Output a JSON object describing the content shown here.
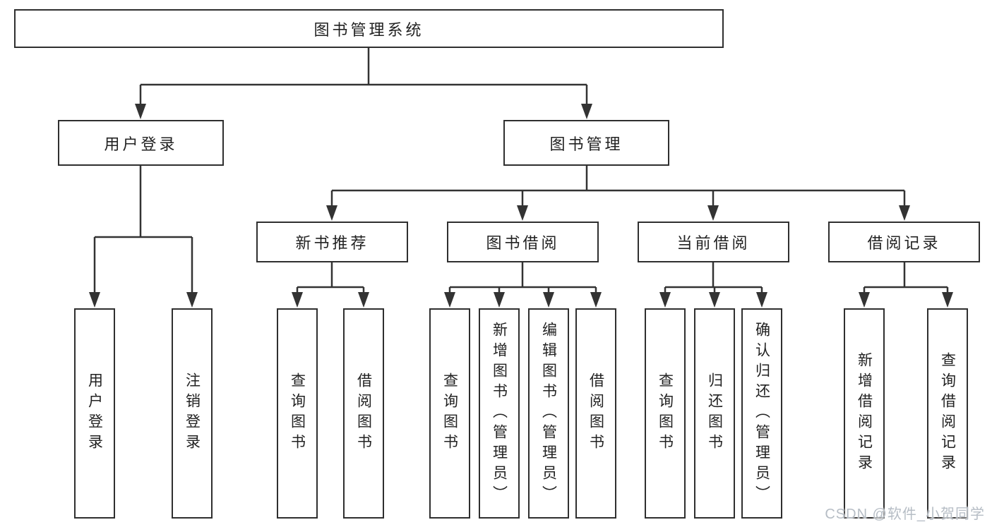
{
  "root": {
    "label": "图书管理系统"
  },
  "level2": [
    {
      "id": "user-login",
      "label": "用户登录"
    },
    {
      "id": "book-management",
      "label": "图书管理"
    }
  ],
  "level3": [
    {
      "id": "new-book-recommendation",
      "label": "新书推荐"
    },
    {
      "id": "book-borrowing",
      "label": "图书借阅"
    },
    {
      "id": "current-borrowing",
      "label": "当前借阅"
    },
    {
      "id": "borrowing-records",
      "label": "借阅记录"
    }
  ],
  "leaves": [
    {
      "parent": "用户登录",
      "label": "用户登录"
    },
    {
      "parent": "用户登录",
      "label": "注销登录"
    },
    {
      "parent": "新书推荐",
      "label": "查询图书"
    },
    {
      "parent": "新书推荐",
      "label": "借阅图书"
    },
    {
      "parent": "图书借阅",
      "label": "查询图书"
    },
    {
      "parent": "图书借阅",
      "label": "新增图书（管理员）"
    },
    {
      "parent": "图书借阅",
      "label": "编辑图书（管理员）"
    },
    {
      "parent": "图书借阅",
      "label": "借阅图书"
    },
    {
      "parent": "当前借阅",
      "label": "查询图书"
    },
    {
      "parent": "当前借阅",
      "label": "归还图书"
    },
    {
      "parent": "当前借阅",
      "label": "确认归还（管理员）"
    },
    {
      "parent": "借阅记录",
      "label": "新增借阅记录"
    },
    {
      "parent": "借阅记录",
      "label": "查询借阅记录"
    }
  ],
  "watermark": {
    "text": "CSDN @软件_小贺同学"
  },
  "colors": {
    "line": "#333333",
    "box_border": "#2f2f2f",
    "text": "#222222",
    "background": "#ffffff",
    "watermark": "#b6bdc5"
  }
}
